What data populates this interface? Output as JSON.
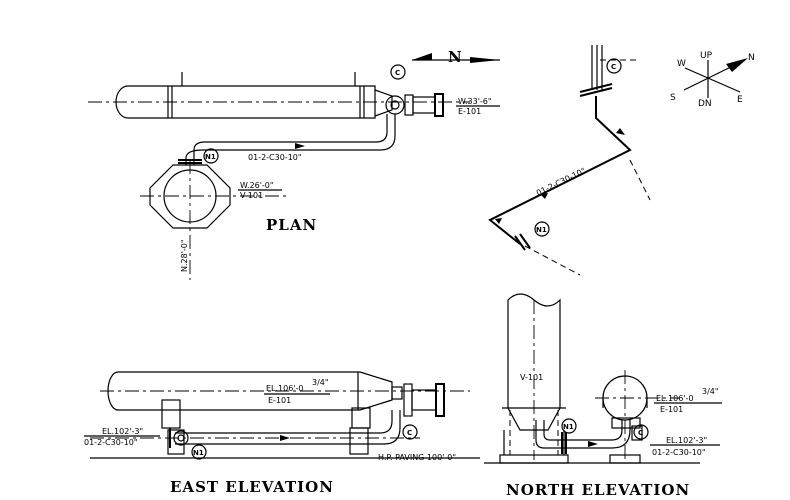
{
  "views": {
    "plan": {
      "title": "PLAN",
      "north_arrow_label": "N",
      "exchanger_coord": "W.33'-6\"",
      "exchanger_tag": "E-101",
      "vessel_coord": "W.26'-0\"",
      "vessel_tag": "V-101",
      "north_coord": "N.28'-0\"",
      "line_number": "01-2-C30-10\"",
      "nozzle_n1": "N1",
      "nozzle_c": "C"
    },
    "isometric": {
      "line_number": "01-2-C30-10\"",
      "nozzle_n1": "N1",
      "nozzle_c": "C",
      "compass": {
        "up": "UP",
        "dn": "DN",
        "north": "N",
        "south": "S",
        "east": "E",
        "west": "W"
      }
    },
    "east_elevation": {
      "title": "EAST ELEVATION",
      "exchanger_el": "EL.106'-0",
      "exchanger_el_frac": "3/4\"",
      "exchanger_tag": "E-101",
      "pipe_el": "EL.102'-3\"",
      "line_number": "01-2-C30-10\"",
      "paving": "H.P. PAVING 100'-0\"",
      "nozzle_n1": "N1",
      "nozzle_c": "C"
    },
    "north_elevation": {
      "title": "NORTH ELEVATION",
      "vessel_tag": "V-101",
      "exchanger_el": "EL.106'-0",
      "exchanger_el_frac": "3/4\"",
      "exchanger_tag": "E-101",
      "pipe_el": "EL.102'-3\"",
      "line_number": "01-2-C30-10\"",
      "nozzle_n1": "N1",
      "nozzle_c": "C"
    }
  }
}
